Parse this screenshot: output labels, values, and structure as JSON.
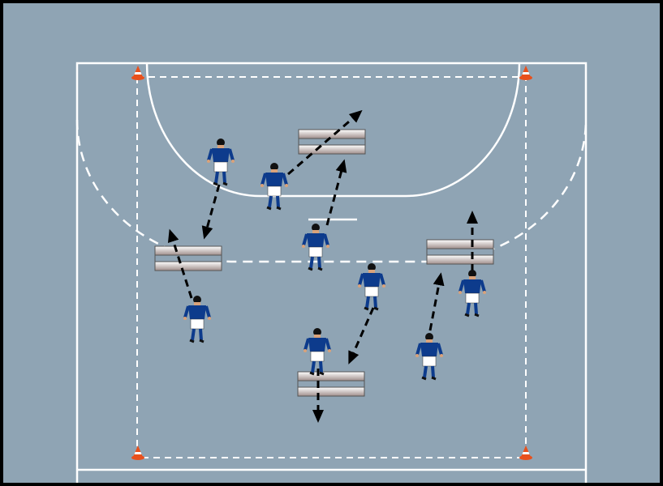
{
  "colors": {
    "court": "#8fa4b4",
    "lines": "#ffffff",
    "jersey": "#0d3b8c",
    "shorts": "#ffffff",
    "cone": "#e8501c",
    "arrow": "#000000"
  },
  "diagram": {
    "players": 8,
    "benches": 4,
    "cones": 4,
    "arrows": 8
  }
}
